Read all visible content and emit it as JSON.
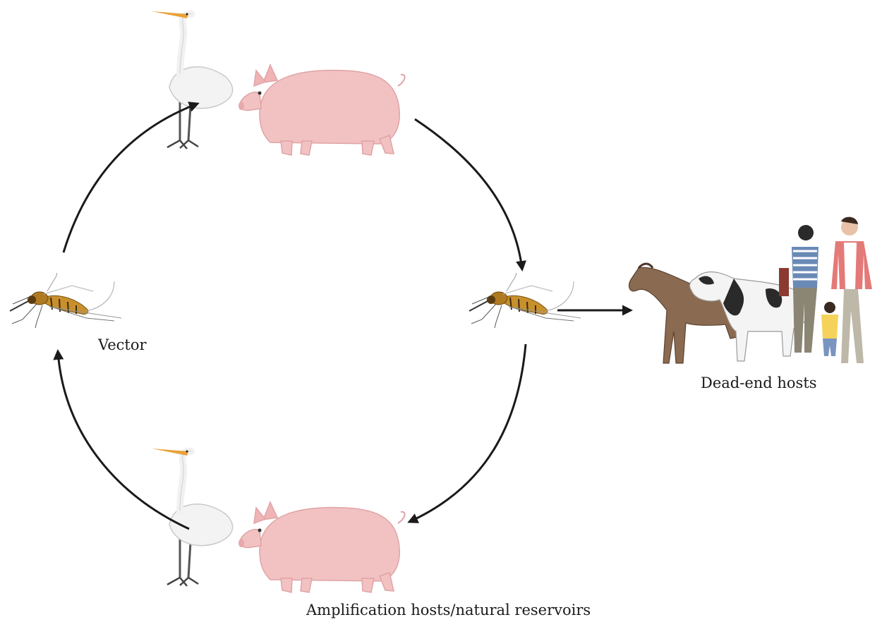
{
  "labels": {
    "vector": "Vector",
    "dead_end": "Dead-end hosts",
    "amplification": "Amplification hosts/natural reservoirs"
  },
  "colors": {
    "arrow": "#1a1a1a",
    "pig": "#f2c2c2",
    "pig_shade": "#e7a9ab",
    "egret": "#f3f3f3",
    "egret_beak": "#e8a23a",
    "mosquito_body": "#c8902c",
    "mosquito_stripe": "#3a2a10",
    "horse": "#8a6a50",
    "cow_black": "#2a2a2a",
    "person_stripe": "#6a8ab6",
    "person_coat": "#e47a78",
    "child_shirt": "#f5d35a"
  },
  "icons": [
    "egret-icon",
    "pig-icon",
    "mosquito-icon",
    "horse-icon",
    "cow-icon",
    "people-icon",
    "arrow-icon"
  ]
}
